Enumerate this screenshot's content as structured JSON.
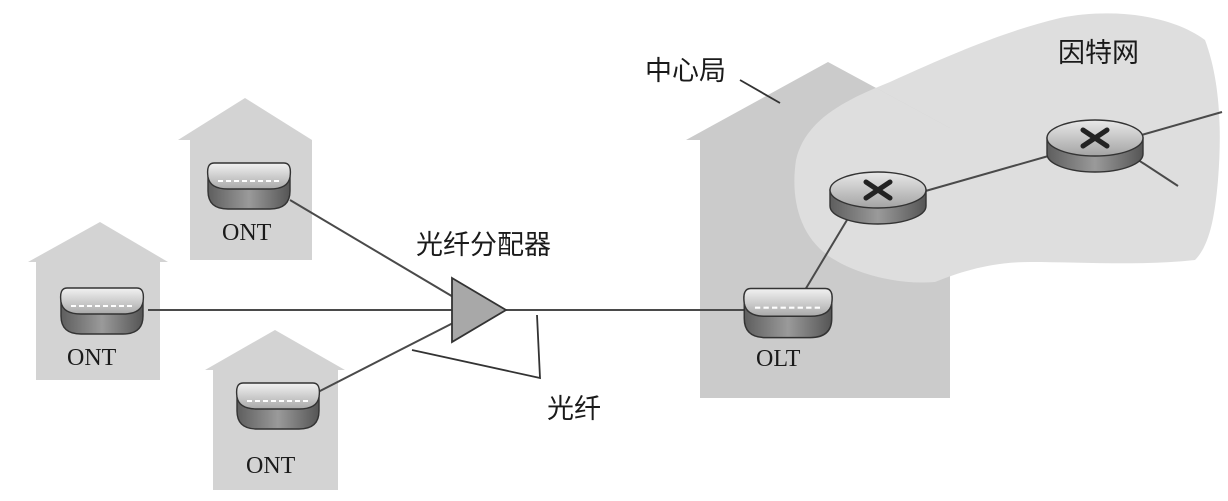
{
  "labels": {
    "ont_top": "ONT",
    "ont_left": "ONT",
    "ont_bottom": "ONT",
    "olt": "OLT",
    "splitter": "光纤分配器",
    "fiber": "光纤",
    "central_office": "中心局",
    "internet": "因特网"
  },
  "icons": {
    "home": "house-icon",
    "onu": "optical-network-terminal-icon",
    "olt": "optical-line-terminal-icon",
    "router": "router-icon",
    "splitter": "splitter-icon",
    "cloud": "internet-cloud-icon"
  },
  "colors": {
    "house": "#d3d3d3",
    "office": "#cbcbcb",
    "cloud": "#dedede",
    "cloud_overlap": "#b3b3b3",
    "device": "#7c7c7c",
    "splitter": "#a8a8a8",
    "line": "#4a4a4a"
  }
}
